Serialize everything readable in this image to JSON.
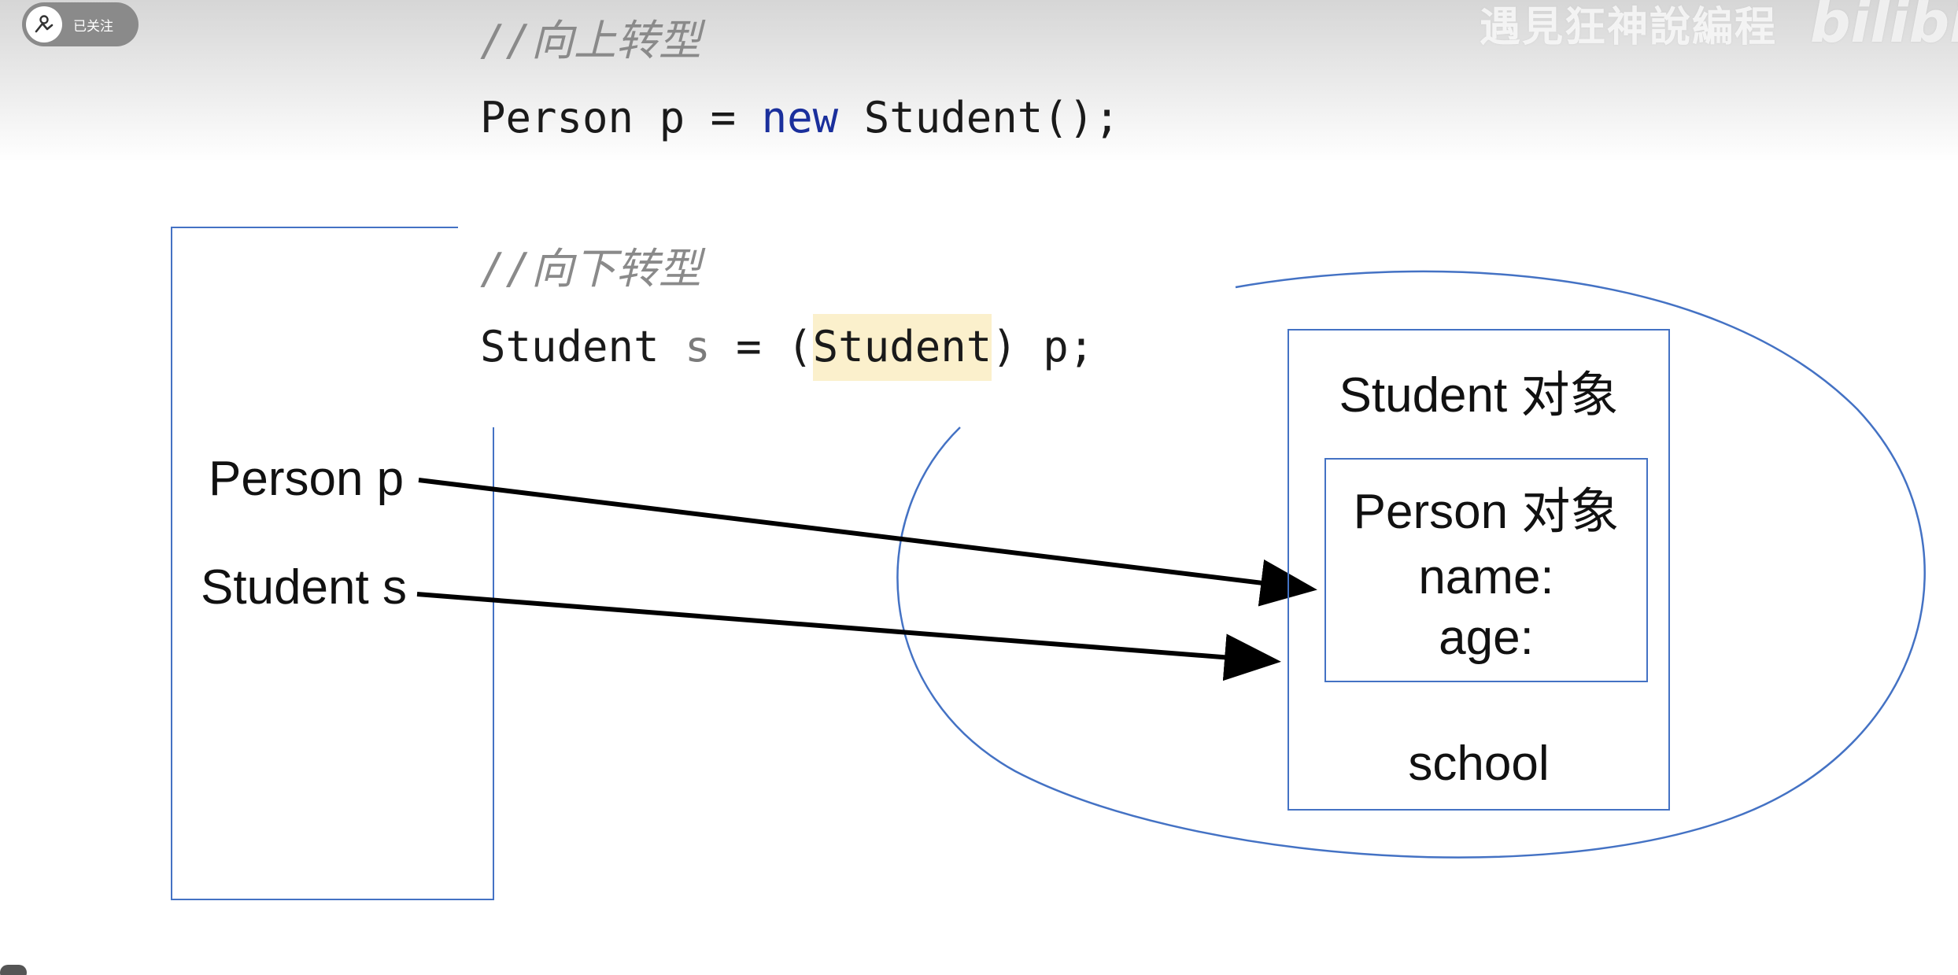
{
  "overlay": {
    "follow_label": "已关注",
    "watermark_text": "遇見狂神說編程",
    "watermark_logo": "bilibili"
  },
  "code": {
    "upcast_comment": "//向上转型",
    "upcast_type": "Person",
    "upcast_var": "p",
    "upcast_eq": "=",
    "upcast_new": "new",
    "upcast_ctor": "Student();",
    "downcast_comment": "//向下转型",
    "downcast_type": "Student",
    "downcast_var": "s",
    "downcast_eq": "=",
    "downcast_paren_open": "(",
    "downcast_cast": "Student",
    "downcast_rest": ") p;"
  },
  "diagram": {
    "ref_person": "Person p",
    "ref_student": "Student s",
    "student_object_title": "Student 对象",
    "person_object_title": "Person 对象",
    "field_name": "name:",
    "field_age": "age:",
    "field_school": "school",
    "colors": {
      "box_border": "#4472c4",
      "arrow": "#000000",
      "keyword": "#1a2f9c",
      "highlight": "#fbf0cc"
    }
  }
}
